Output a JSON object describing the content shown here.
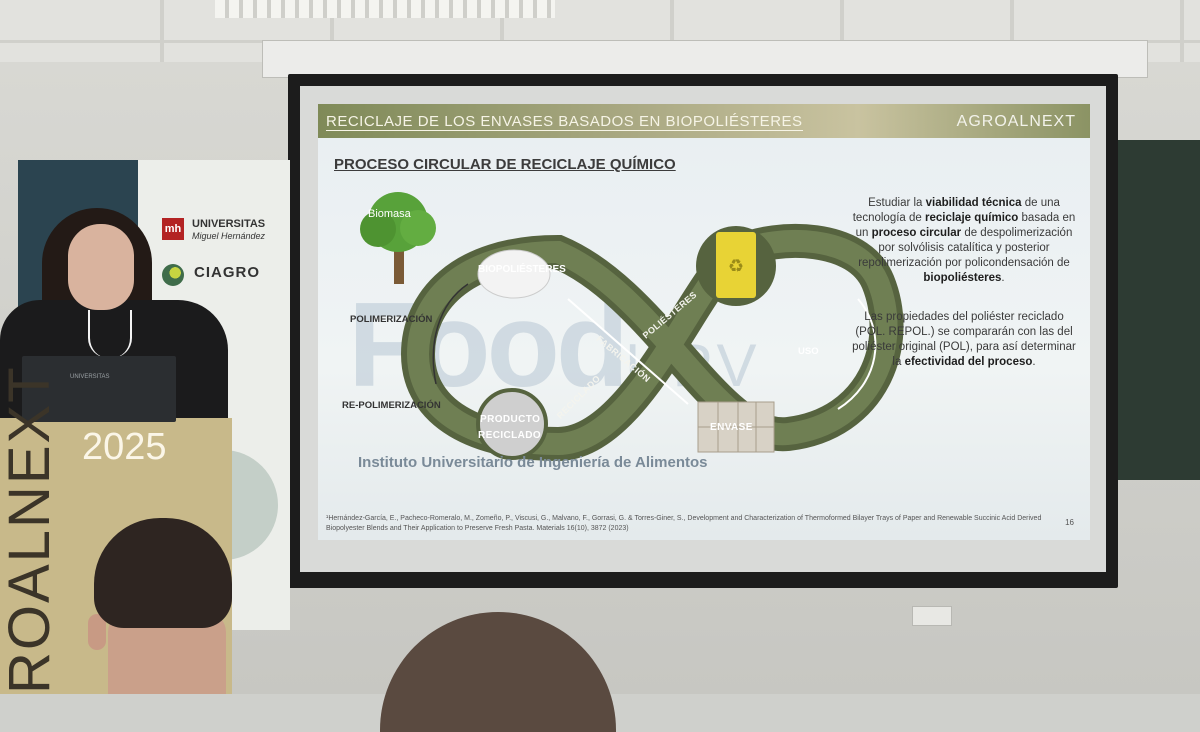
{
  "slide": {
    "header_title": "RECICLAJE DE LOS ENVASES BASADOS EN BIOPOLIÉSTERES",
    "brand": "AGROALNEXT",
    "subtitle": "PROCESO CIRCULAR DE RECICLAJE QUÍMICO",
    "diagram": {
      "biomasa": "Biomasa",
      "biopoliesteres": "BIOPOLIÉSTERES",
      "polimerizacion": "POLIMERIZACIÓN",
      "repolimerizacion": "RE-POLIMERIZACIÓN",
      "poliesteres": "POLIÉSTERES",
      "fabricacion": "FABRICACIÓN",
      "reciclado": "RECICLADO",
      "producto_reciclado_1": "PRODUCTO",
      "producto_reciclado_2": "RECICLADO",
      "uso": "USO",
      "envase": "ENVASE"
    },
    "paragraph1": {
      "t1": "Estudiar la ",
      "b1": "viabilidad técnica",
      "t2": " de una tecnología de ",
      "b2": "reciclaje químico",
      "t3": " basada en un ",
      "b3": "proceso circular",
      "t4": " de despolimerización por solvólisis catalítica y posterior repolimerización por policondensación de ",
      "b4": "biopoliésteres",
      "t5": "."
    },
    "paragraph2": {
      "t1": "Las propiedades del poliéster reciclado (POL. REPOL.) se compararán con las del poliéster original (POL), para así determinar la ",
      "b1": "efectividad del proceso",
      "t2": "."
    },
    "watermark": "Food",
    "watermark_suffix": "UPV",
    "institute": "Instituto Universitario de Ingeniería de Alimentos",
    "reference": "¹Hernández-García, E., Pacheco-Romeralo, M., Zomeño, P., Viscusi, G., Malvano, F., Gorrasi, G. & Torres-Giner, S., Development and Characterization of Thermoformed Bilayer Trays of Paper and Renewable Succinic Acid Derived Biopolyester Blends and Their Application to Preserve Fresh Pasta. Materials 16(10), 3872 (2023)",
    "page_number": "16"
  },
  "banner": {
    "uni_name": "UNIVERSITAS",
    "uni_sub": "Miguel Hernández",
    "ciagro": "CIAGRO"
  },
  "podium": {
    "year": "2025",
    "vertical_text": "ROALNEXT"
  },
  "laptop": {
    "brand": "UNIVERSITAS"
  }
}
